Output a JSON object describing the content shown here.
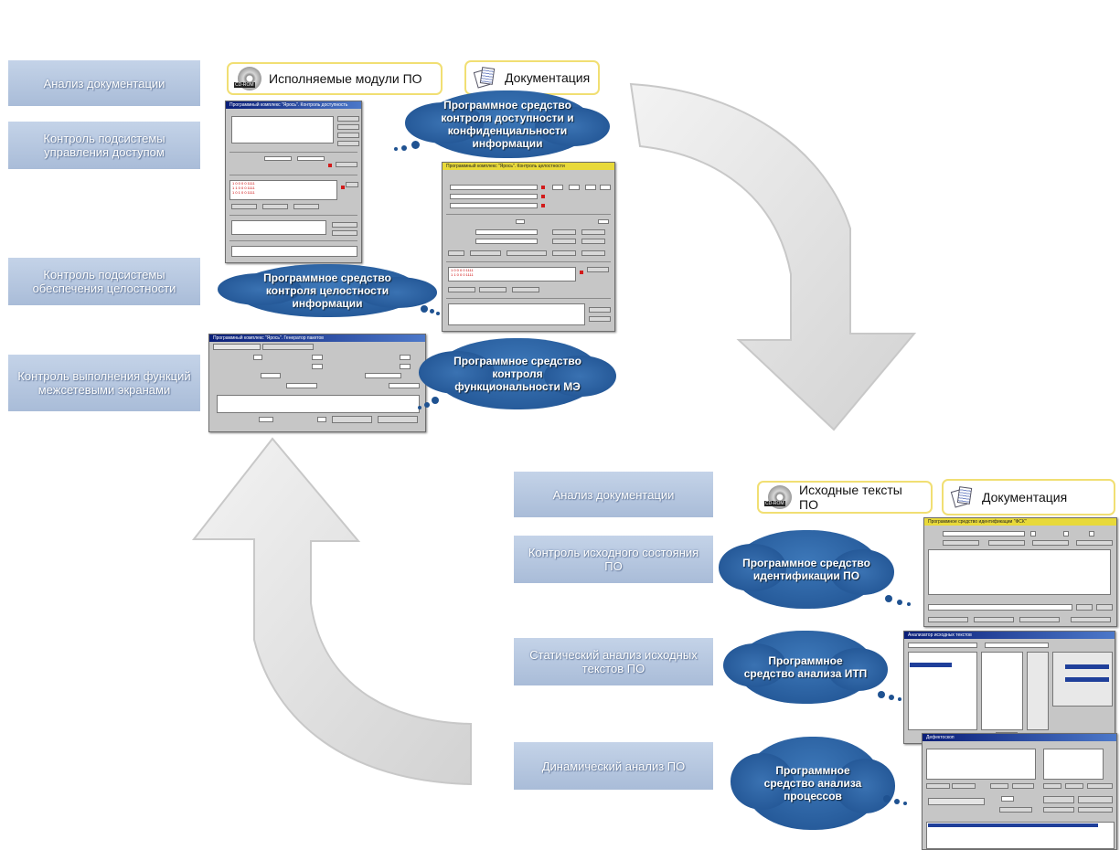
{
  "left": {
    "labels": [
      "Анализ документации",
      "Контроль подсистемы управления доступом",
      "Контроль подсистемы обеспечения целостности",
      "Контроль выполнения функций межсетевыми экранами"
    ],
    "src_modules": "Исполняемые модули ПО",
    "src_docs": "Документация",
    "cloud_access": "Программное средство контроля доступности и конфиденциальности информации",
    "cloud_integrity": "Программное средство контроля целостности информации",
    "cloud_fw": "Программное средство контроля функциональности МЭ",
    "win_access_title": "Программный комплекс \"Ярось\". Контроль доступность",
    "win_integrity_title": "Программный комплекс \"Ярось\". Контроль целостности",
    "win_fw_title": "Программный комплекс \"Ярось\". Генератор пакетов"
  },
  "right": {
    "labels": [
      "Анализ документации",
      "Контроль исходного состояния ПО",
      "Статический анализ исходных текстов ПО",
      "Динамический анализ ПО"
    ],
    "src_texts": "Исходные тексты ПО",
    "src_docs": "Документация",
    "cloud_ident": "Программное средство идентификации ПО",
    "cloud_itp": "Программное средство анализа ИТП",
    "cloud_proc": "Программное средство анализа процессов",
    "win_ident_title": "Программное средство идентификации \"ФСК\"",
    "win_itp_title": "Анализатор исходных текстов",
    "win_proc_title": "Дефектоскоп"
  },
  "colors": {
    "label_bg": "#b4c5df",
    "cloud": "#2a5fa2",
    "arrow": "#e4e4e4",
    "frame": "#f1df73"
  }
}
